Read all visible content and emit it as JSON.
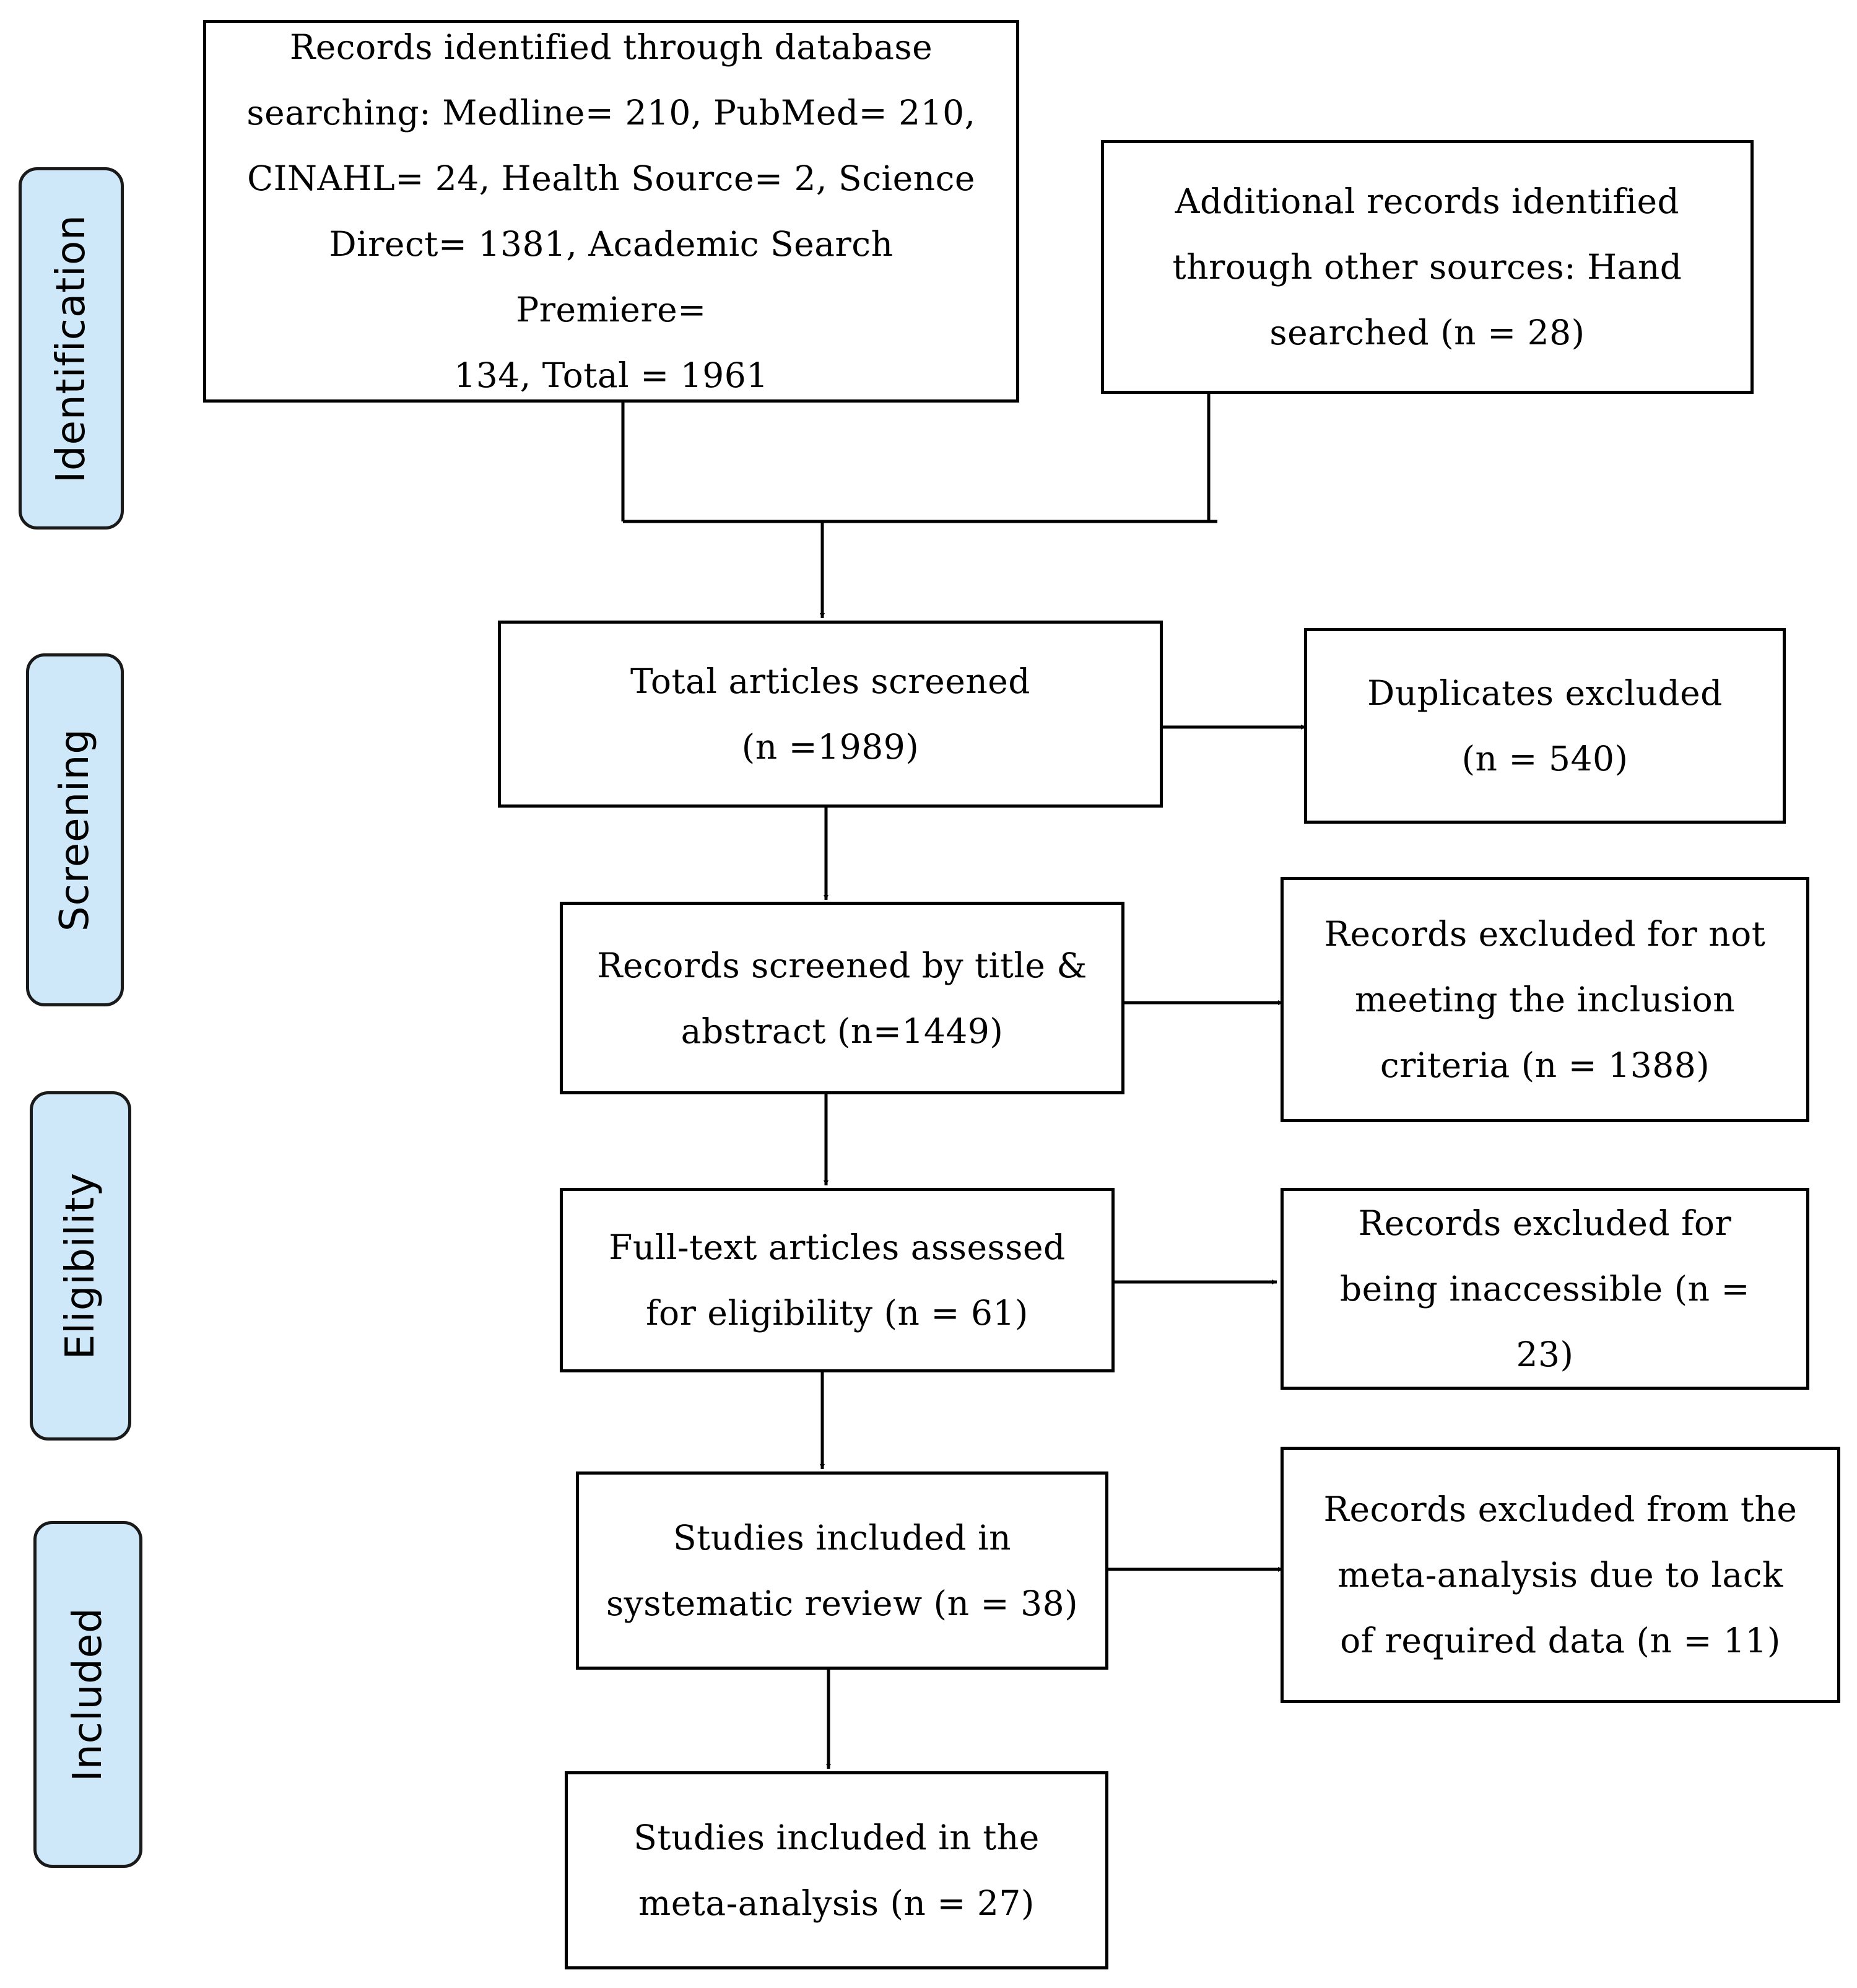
{
  "stages": {
    "identification": "Identification",
    "screening": "Screening",
    "eligibility": "Eligibility",
    "included": "Included"
  },
  "boxes": {
    "database_records": "Records identified through database\nsearching: Medline= 210, PubMed= 210,\nCINAHL= 24, Health Source= 2, Science\nDirect= 1381, Academic Search Premiere=\n134, Total = 1961",
    "additional_records": "Additional records identified\nthrough other sources: Hand\nsearched (n = 28)",
    "total_screened": "Total articles screened\n(n =1989)",
    "duplicates_excluded": "Duplicates excluded\n(n = 540)",
    "title_abstract_screened": "Records screened by title &\nabstract (n=1449)",
    "excluded_inclusion_criteria": "Records excluded for not\nmeeting the inclusion\ncriteria (n = 1388)",
    "fulltext_assessed": "Full-text articles assessed\nfor eligibility (n = 61)",
    "excluded_inaccessible": "Records excluded for\nbeing inaccessible (n = 23)",
    "systematic_review": "Studies included in\nsystematic review (n = 38)",
    "excluded_meta_analysis": "Records excluded from the\nmeta-analysis due to lack\nof required data (n = 11)",
    "meta_analysis": "Studies included in the\nmeta-analysis (n = 27)"
  },
  "colors": {
    "stage_fill": "#cfe8f9",
    "line": "#000000"
  }
}
